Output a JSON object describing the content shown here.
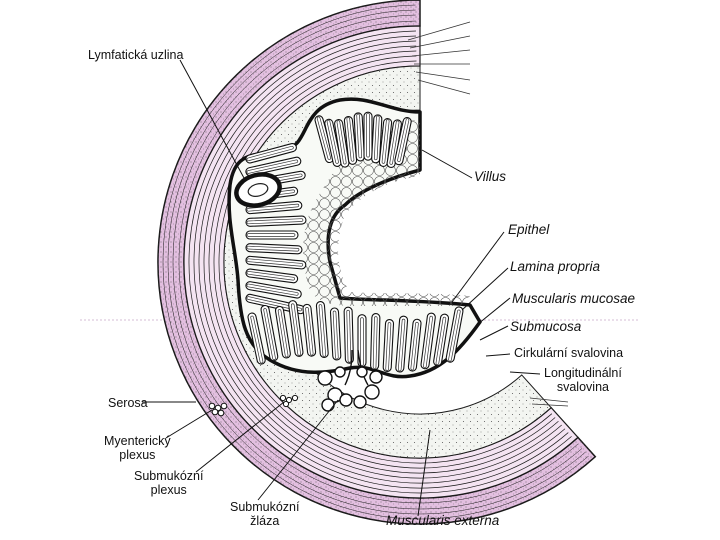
{
  "colors": {
    "serosa": "#e3bfe0",
    "muscle": "#f4e4f2",
    "submucosa": "#f3f5f1",
    "mucosa": "#f8faf6",
    "line": "#1a1a1a",
    "guide": "#c9a8c8"
  },
  "labels": {
    "lymph_node": "Lymfatická uzlina",
    "villus": "Villus",
    "epithel": "Epithel",
    "lamina_propria": "Lamina propria",
    "muscularis_mucosae": "Muscularis mucosae",
    "submucosa": "Submucosa",
    "circular_muscle": "Cirkulární svalovina",
    "longitudinal_muscle": "Longitudinální\nsvalovina",
    "serosa": "Serosa",
    "myenteric_plexus": "Myenterický\nplexus",
    "submucosal_plexus": "Submukózní\nplexus",
    "submucosal_gland": "Submukózní\nžláza",
    "muscularis_externa": "Muscularis externa"
  }
}
